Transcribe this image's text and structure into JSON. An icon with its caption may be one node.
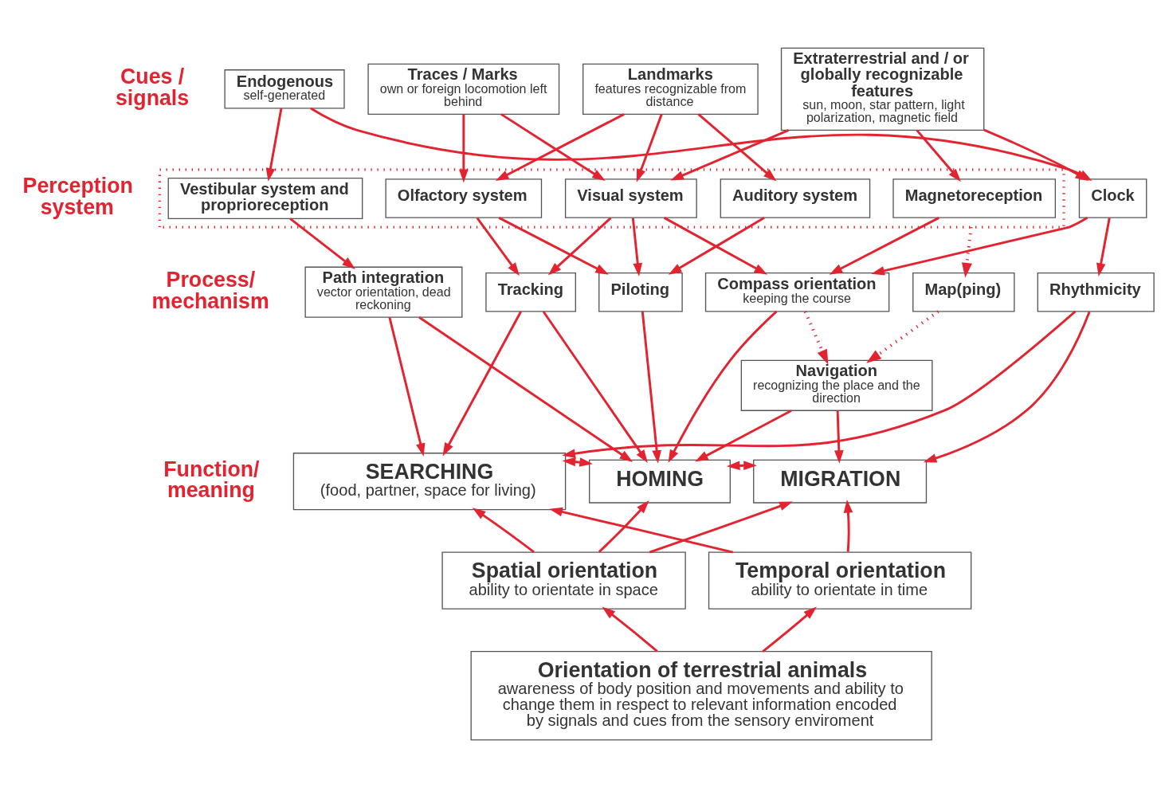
{
  "diagram": {
    "nodes": [
      {
        "text": [
          "Endogenous",
          "self-generated"
        ]
      },
      {
        "text": [
          "Traces / Marks",
          "own or foreign locomotion left behind"
        ]
      },
      {
        "text": [
          "Landmarks",
          "features recognizable from distance"
        ]
      },
      {
        "text": [
          "Extraterrestrial and / or globally recognizable features",
          "sun, moon, star pattern, light polarization, magnetic field"
        ]
      },
      {
        "text": [
          "Clock"
        ]
      },
      {
        "text": [],
        "shape": "box"
      },
      {
        "text": [
          "Vestibular system and proprioreception"
        ],
        "in": 5
      },
      {
        "text": [
          "Olfactory system"
        ],
        "in": 5
      },
      {
        "text": [
          "Visual system"
        ],
        "in": 5
      },
      {
        "text": [
          "Auditory system"
        ],
        "in": 5
      },
      {
        "text": [
          "Magnetoreception"
        ],
        "in": 5
      },
      {
        "text": [
          "Path integration",
          "vector orientation, dead reckoning"
        ]
      },
      {
        "text": [
          "Tracking"
        ]
      },
      {
        "text": [
          "Piloting"
        ]
      },
      {
        "text": [
          "Compass orientation",
          "keeping the course"
        ]
      },
      {
        "text": [
          "Map(ping)"
        ]
      },
      {
        "text": [
          "Rhythmicity"
        ]
      },
      {
        "text": [
          "Navigation",
          "recognizing the place and the direction"
        ]
      },
      {
        "text": [
          "SEARCHING",
          "(food, partner, space for living)"
        ]
      },
      {
        "text": [
          "HOMING"
        ]
      },
      {
        "text": [
          "MIGRATION"
        ]
      },
      {
        "text": [
          "Spatial orientation",
          "ability to orientate in space"
        ]
      },
      {
        "text": [
          "Temporal orientation",
          "ability to orientate in time"
        ]
      },
      {
        "text": [
          "Orientation of terrestrial animals",
          "awareness of body position and movements and ability to change them in respect to relevant information encoded by signals and cues from the sensory enviroment"
        ]
      }
    ],
    "edges": [
      {
        "from": 0,
        "to": 4,
        "arrow": "to"
      },
      {
        "from": 0,
        "to": 6,
        "arrow": "to"
      },
      {
        "from": 1,
        "to": 7,
        "arrow": "to"
      },
      {
        "from": 1,
        "to": 8,
        "arrow": "to"
      },
      {
        "from": 2,
        "to": 7,
        "arrow": "to"
      },
      {
        "from": 2,
        "to": 8,
        "arrow": "to"
      },
      {
        "from": 2,
        "to": 9,
        "arrow": "to"
      },
      {
        "from": 3,
        "to": 8,
        "arrow": "to"
      },
      {
        "from": 3,
        "to": 10,
        "arrow": "to"
      },
      {
        "from": 3,
        "to": 4,
        "arrow": "to"
      },
      {
        "from": 6,
        "to": 11,
        "arrow": "to"
      },
      {
        "from": 7,
        "to": 12,
        "arrow": "to"
      },
      {
        "from": 7,
        "to": 13,
        "arrow": "to"
      },
      {
        "from": 8,
        "to": 12,
        "arrow": "to"
      },
      {
        "from": 8,
        "to": 13,
        "arrow": "to"
      },
      {
        "from": 8,
        "to": 14,
        "arrow": "to"
      },
      {
        "from": 9,
        "to": 13,
        "arrow": "to"
      },
      {
        "from": 10,
        "to": 14,
        "arrow": "to"
      },
      {
        "from": 5,
        "to": 15,
        "arrow": "to",
        "style": "dashed"
      },
      {
        "from": 4,
        "to": 14,
        "arrow": "to"
      },
      {
        "from": 4,
        "to": 16,
        "arrow": "to"
      },
      {
        "from": 14,
        "to": 17,
        "arrow": "to",
        "style": "dashed"
      },
      {
        "from": 15,
        "to": 17,
        "arrow": "to",
        "style": "dashed"
      },
      {
        "from": 11,
        "to": 18,
        "arrow": "to"
      },
      {
        "from": 11,
        "to": 19,
        "arrow": "to"
      },
      {
        "from": 12,
        "to": 18,
        "arrow": "to"
      },
      {
        "from": 12,
        "to": 19,
        "arrow": "to"
      },
      {
        "from": 13,
        "to": 19,
        "arrow": "to"
      },
      {
        "from": 14,
        "to": 19,
        "arrow": "to"
      },
      {
        "from": 17,
        "to": 19,
        "arrow": "to"
      },
      {
        "from": 17,
        "to": 20,
        "arrow": "to"
      },
      {
        "from": 16,
        "to": 18,
        "arrow": "to"
      },
      {
        "from": 16,
        "to": 20,
        "arrow": "to"
      },
      {
        "from": 18,
        "to": 19,
        "arrow": "both"
      },
      {
        "from": 19,
        "to": 20,
        "arrow": "both"
      },
      {
        "from": 21,
        "to": 18,
        "arrow": "to"
      },
      {
        "from": 21,
        "to": 19,
        "arrow": "to"
      },
      {
        "from": 21,
        "to": 20,
        "arrow": "to"
      },
      {
        "from": 22,
        "to": 18,
        "arrow": "to"
      },
      {
        "from": 22,
        "to": 20,
        "arrow": "to"
      },
      {
        "from": 23,
        "to": 21,
        "arrow": "to"
      },
      {
        "from": 23,
        "to": 22,
        "arrow": "to"
      }
    ],
    "labels": [
      "Cues / signals",
      "Perception system",
      "Process/ mechanism",
      "Function/ meaning"
    ]
  }
}
